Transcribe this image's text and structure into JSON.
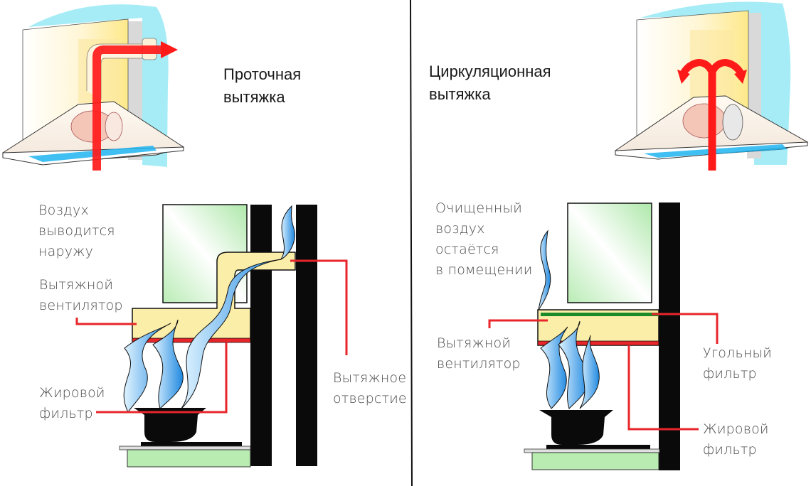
{
  "left_panel": {
    "title": [
      "Проточная",
      "вытяжка"
    ],
    "labels": {
      "air_out": [
        "Воздух",
        "выводится",
        "наружу"
      ],
      "fan": [
        "Вытяжной",
        "вентилятор"
      ],
      "grease_filter": [
        "Жировой",
        "фильтр"
      ],
      "exhaust_opening": [
        "Вытяжное",
        "отверстие"
      ]
    }
  },
  "right_panel": {
    "title": [
      "Циркуляционная",
      "вытяжка"
    ],
    "labels": {
      "clean_air": [
        "Очищенный",
        "воздух",
        "остаётся",
        "в помещении"
      ],
      "fan": [
        "Вытяжной",
        "вентилятор"
      ],
      "carbon_filter": [
        "Угольный",
        "фильтр"
      ],
      "grease_filter": [
        "Жировой",
        "фильтр"
      ]
    }
  },
  "colors": {
    "arrow_red": "#ff1a1a",
    "leader_red": "#e8262a",
    "duct_yellow": "#fbeea8",
    "cabinet_green": "#c8f0c8",
    "wall_black": "#0a0a0a",
    "steam_blue": "#3a9ee8",
    "filter_blue": "#1eb4f0",
    "carbon_green": "#1a8a2a",
    "wall_cyan": "#9fe8f5"
  }
}
